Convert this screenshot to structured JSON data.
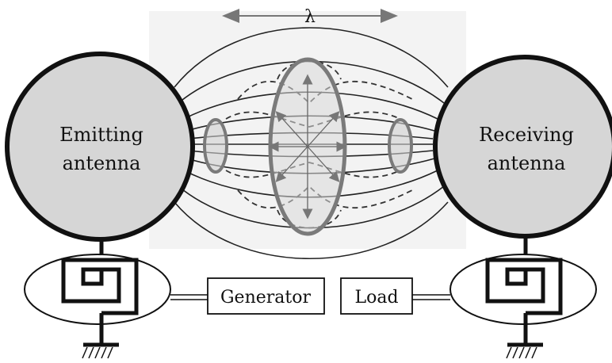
{
  "wavelength_symbol": "λ",
  "emitter": {
    "line1": "Emitting",
    "line2": "antenna"
  },
  "receiver": {
    "line1": "Receiving",
    "line2": "antenna"
  },
  "generator_label": "Generator",
  "load_label": "Load",
  "colors": {
    "sphere_fill": "#d6d6d6",
    "sphere_stroke": "#111111",
    "field_line": "#222222",
    "loop_stroke": "#7a7a7a",
    "loop_fill": "#cfcfcf",
    "arrow": "#777777"
  }
}
